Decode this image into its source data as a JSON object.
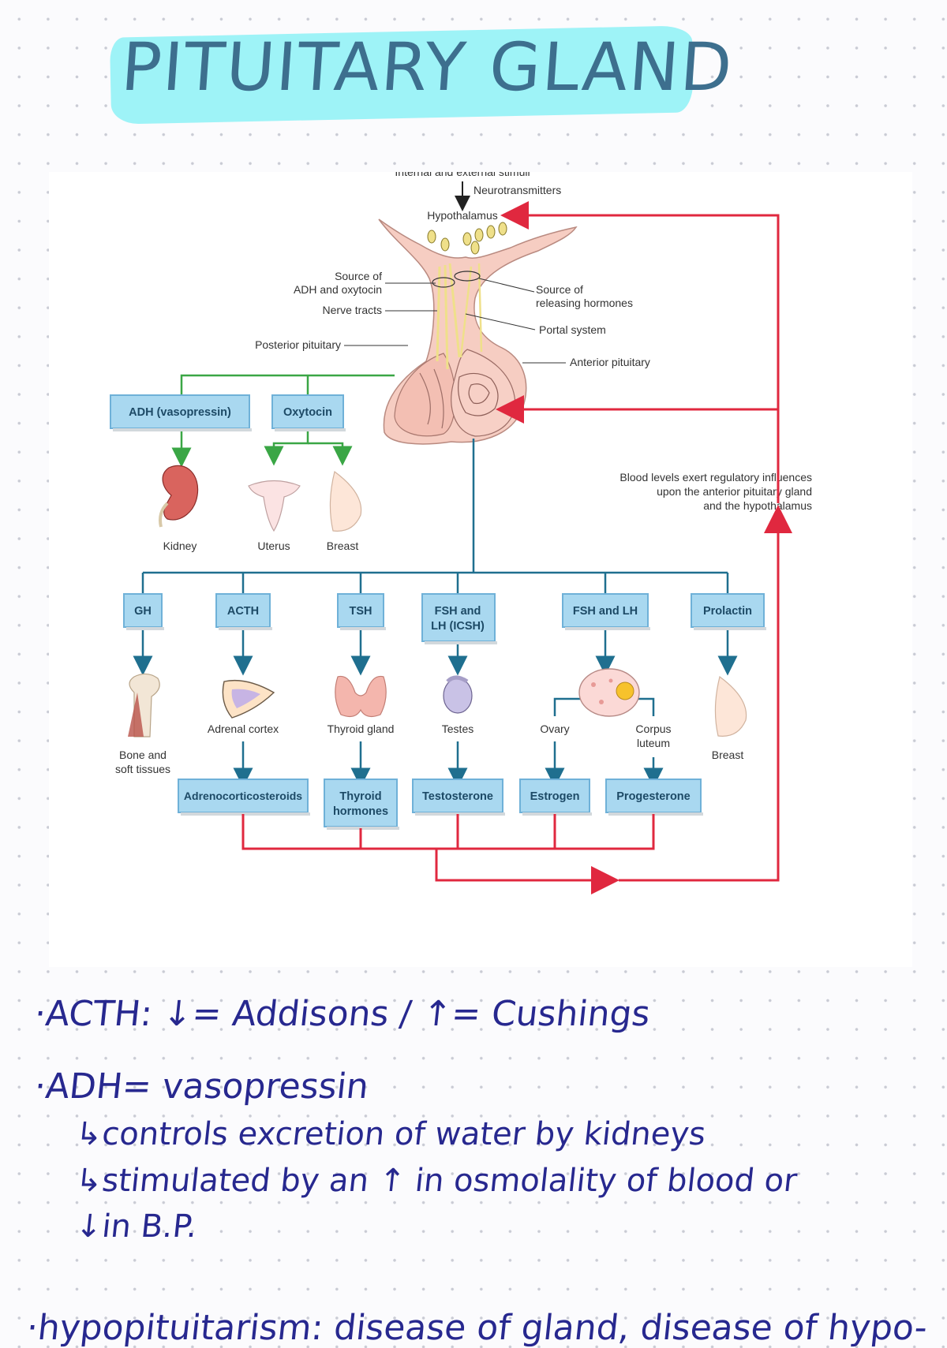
{
  "title": "PITUITARY GLAND",
  "diagram": {
    "stimuli": "Internal and external stimuli",
    "neurotransmitters": "Neurotransmitters",
    "hypothalamus": "Hypothalamus",
    "source_adh_1": "Source of",
    "source_adh_2": "ADH and oxytocin",
    "nerve_tracts": "Nerve tracts",
    "posterior_pituitary": "Posterior pituitary",
    "source_releasing_1": "Source of",
    "source_releasing_2": "releasing hormones",
    "portal_system": "Portal system",
    "anterior_pituitary": "Anterior pituitary",
    "blood_levels_1": "Blood levels exert regulatory influences",
    "blood_levels_2": "upon the anterior pituitary gland",
    "blood_levels_3": "and the hypothalamus",
    "posterior_hormones": [
      "ADH (vasopressin)",
      "Oxytocin"
    ],
    "posterior_targets": [
      "Kidney",
      "Uterus",
      "Breast"
    ],
    "anterior_hormones": [
      "GH",
      "ACTH",
      "TSH",
      "FSH and",
      "LH (ICSH)",
      "FSH and LH",
      "Prolactin"
    ],
    "anterior_targets": [
      "Bone and",
      "soft tissues",
      "Adrenal cortex",
      "Thyroid gland",
      "Testes",
      "Ovary",
      "Corpus",
      "luteum",
      "Breast"
    ],
    "secondary_hormones": [
      "Adrenocorticosteroids",
      "Thyroid",
      "hormones",
      "Testosterone",
      "Estrogen",
      "Progesterone"
    ],
    "colors": {
      "box_fill": "#a9d8f0",
      "box_stroke": "#6fb1d8",
      "green": "#3aa645",
      "teal": "#1f6f8f",
      "red": "#e0283f"
    }
  },
  "notes": {
    "line1": "·ACTH: ↓= Addisons / ↑= Cushings",
    "line2": "·ADH= vasopressin",
    "line3": "↳controls excretion of water by kidneys",
    "line4": "↳stimulated by an ↑ in osmolality of blood or",
    "line5": "↓in B.P.",
    "line6": "·hypopituitarism: disease of gland, disease of hypo-"
  }
}
